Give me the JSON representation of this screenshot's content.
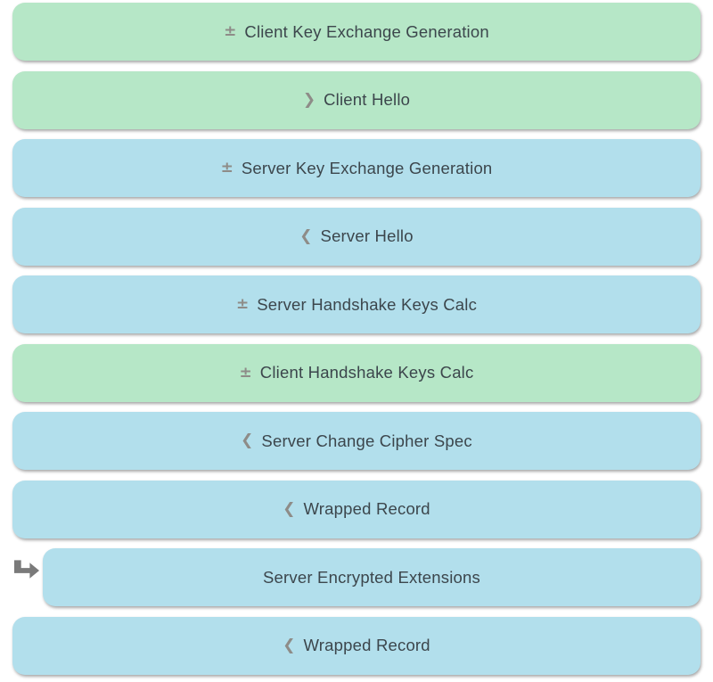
{
  "page": {
    "background": "#ffffff",
    "title": "TLS Handshake Record Sequence"
  },
  "colors": {
    "client_record": "#b6e7c7",
    "server_record": "#b2dfec",
    "label_text": "#3c464c",
    "glyph": "#8e8c88",
    "pointer_arrow": "#7a7a7a"
  },
  "glyphs": {
    "expand": "±",
    "sent_right": "❯",
    "received_left": "❮"
  },
  "rows": [
    {
      "label": "Client Key Exchange Generation",
      "prefix": "±",
      "side": "client"
    },
    {
      "label": "Client Hello",
      "prefix": "❯",
      "side": "client"
    },
    {
      "label": "Server Key Exchange Generation",
      "prefix": "±",
      "side": "server"
    },
    {
      "label": "Server Hello",
      "prefix": "❮",
      "side": "server"
    },
    {
      "label": "Server Handshake Keys Calc",
      "prefix": "±",
      "side": "server"
    },
    {
      "label": "Client Handshake Keys Calc",
      "prefix": "±",
      "side": "client"
    },
    {
      "label": "Server Change Cipher Spec",
      "prefix": "❮",
      "side": "server"
    },
    {
      "label": "Wrapped Record",
      "prefix": "❮",
      "side": "server"
    },
    {
      "label": "Server Encrypted Extensions",
      "prefix": "",
      "side": "server",
      "indented": true,
      "marker": true
    },
    {
      "label": "Wrapped Record",
      "prefix": "❮",
      "side": "server"
    }
  ]
}
